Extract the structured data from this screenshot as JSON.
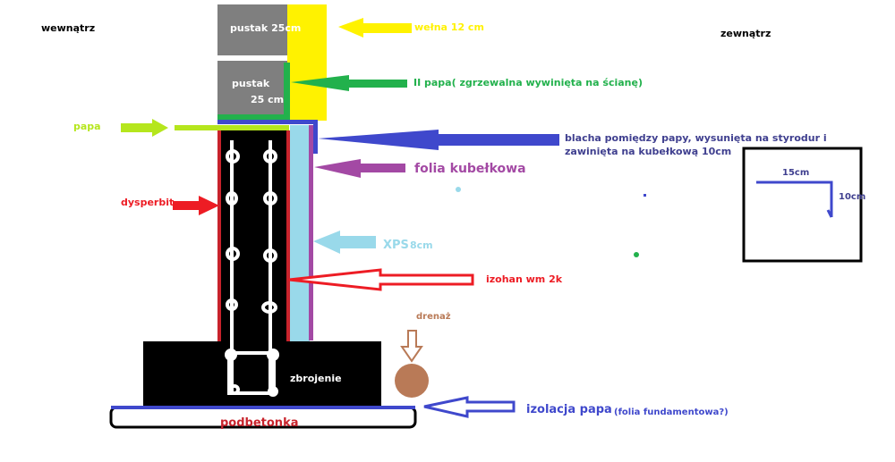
{
  "labels": {
    "inside": "wewnątrz",
    "outside": "zewnątrz",
    "block_top": "pustak 25cm",
    "block_bottom_line1": "pustak",
    "block_bottom_line2": "25 cm",
    "wool": "wełna 12 cm",
    "second_membrane": "II papa( zgrzewalna wywinięta na ścianę)",
    "membrane_left": "papa",
    "flashing_line1": "blacha pomiędzy papy, wysunięta na styrodur i",
    "flashing_line2": "zawinięta na kubełkową 10cm",
    "dimple_membrane": "folia kubełkowa",
    "dysperbit": "dysperbit",
    "xps": "XPS",
    "xps_thickness": "8cm",
    "izohan": "izohan wm 2k",
    "drainage": "drenaż",
    "reinforcement": "zbrojenie",
    "lean_concrete": "podbetonka",
    "foundation_insulation": "izolacja papa",
    "foundation_insulation_note": "(folia fundamentowa?)",
    "detail_width": "15cm",
    "detail_height": "10cm"
  },
  "colors": {
    "block": "#7f7f7f",
    "wool": "#fff200",
    "green_membrane": "#22b14c",
    "lime_membrane": "#b5e61d",
    "flashing": "#3f48cc",
    "dimple": "#a349a4",
    "xps": "#99d9ea",
    "dysperbit": "#ed1c24",
    "drain": "#b97a57",
    "concrete": "#000000"
  }
}
